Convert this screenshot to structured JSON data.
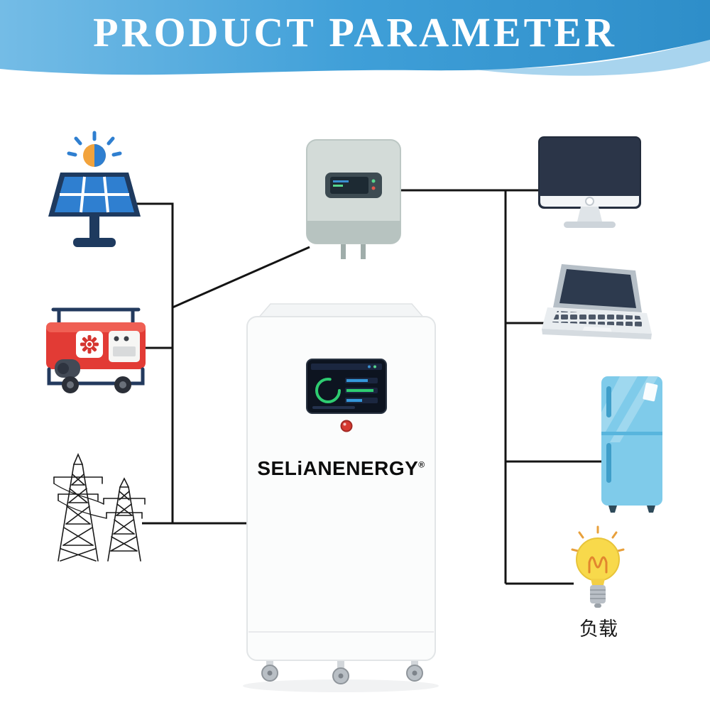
{
  "header": {
    "title": "PRODUCT PARAMETER"
  },
  "battery": {
    "brand": "SELiANENERGY",
    "registered": "®"
  },
  "labels": {
    "load": "负载"
  },
  "diagram": {
    "sources": [
      "solar-panel-icon",
      "generator-icon",
      "power-grid-tower-icon"
    ],
    "converter": "inverter-icon",
    "storage": "battery-storage-cabinet",
    "loads": [
      "desktop-monitor-icon",
      "laptop-icon",
      "refrigerator-icon",
      "light-bulb-icon"
    ]
  },
  "colors": {
    "banner_gradient_start": "#74bce6",
    "banner_gradient_end": "#2e8ec9",
    "banner_wave": "#a8d4ee",
    "wire": "#141414",
    "solar_blue": "#2f7fd0",
    "solar_frame": "#1e3a5f",
    "sun_orange": "#f2a33c",
    "generator_red": "#e23b35",
    "inverter_gray": "#d3dbd8",
    "cabinet_white": "#fbfcfc",
    "button_red": "#d63a31",
    "fridge_blue": "#7fcbea",
    "bulb_yellow": "#f8d94b"
  }
}
